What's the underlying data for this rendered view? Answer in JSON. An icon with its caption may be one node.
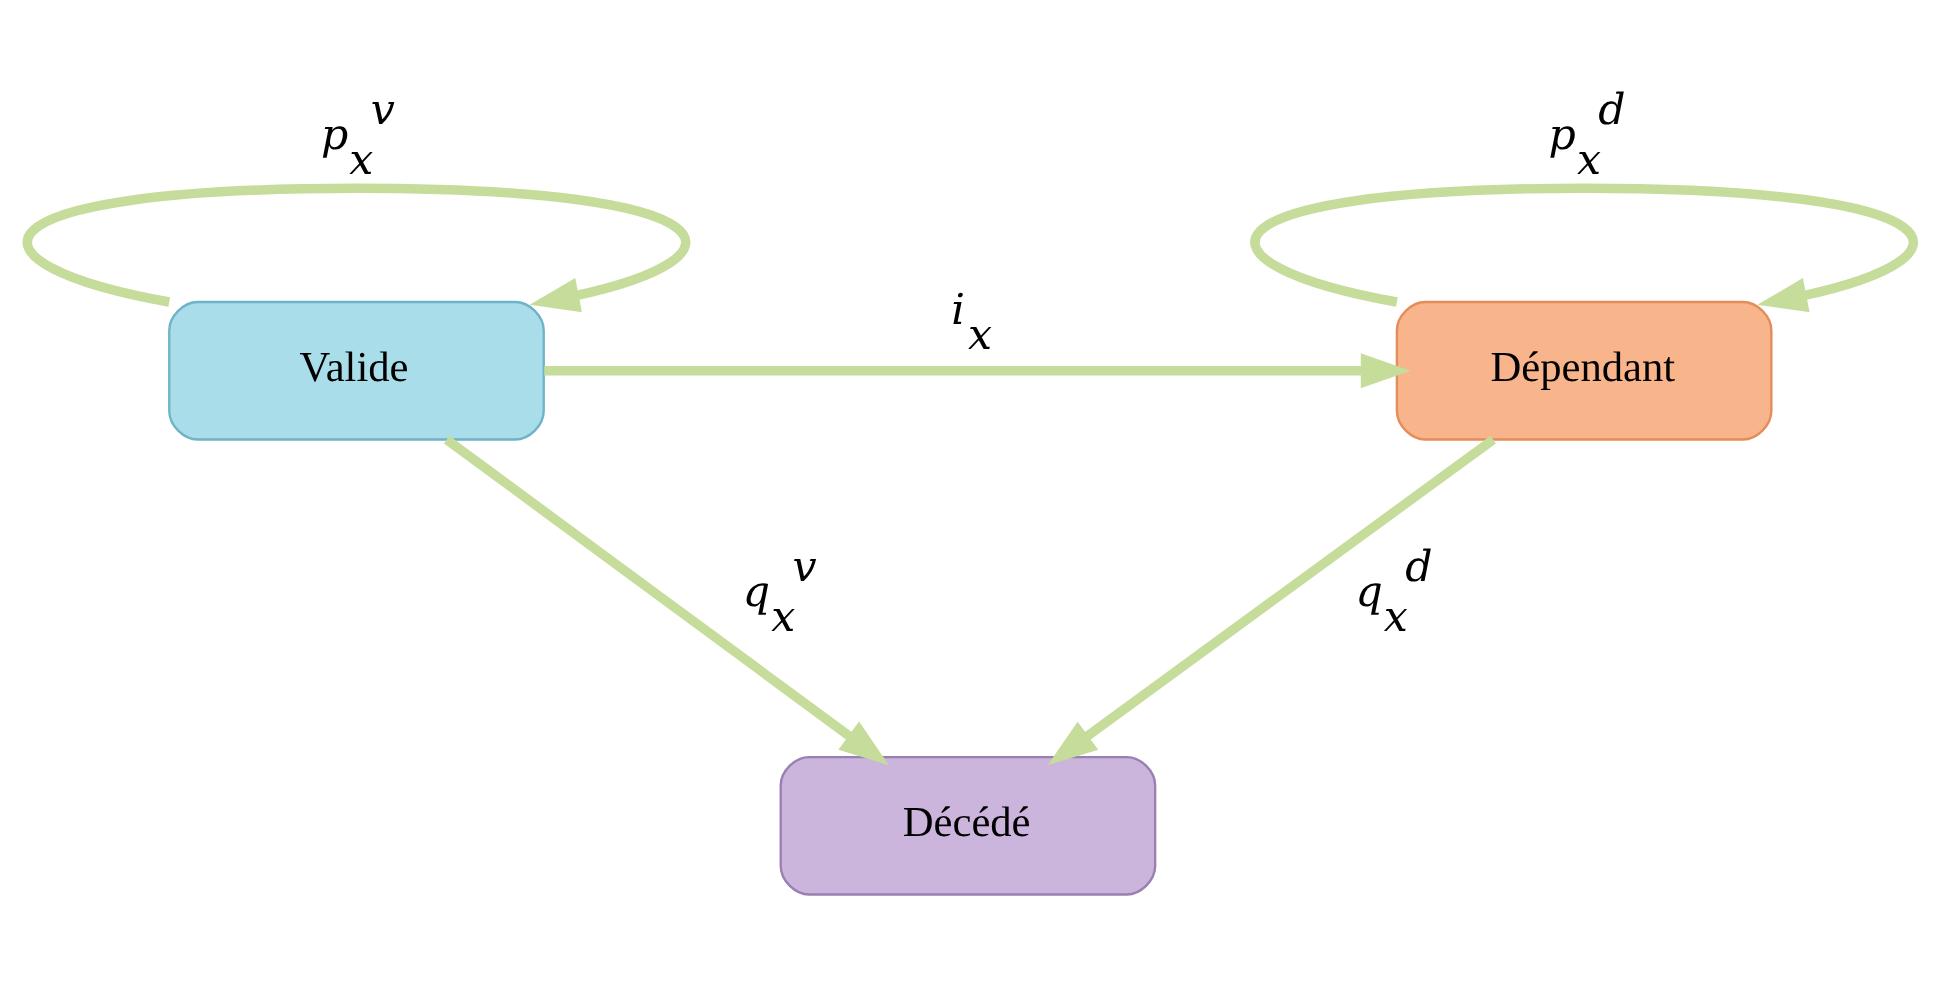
{
  "diagram": {
    "nodes": [
      {
        "text": [
          "Valide"
        ]
      },
      {
        "text": [
          "Dépendant"
        ]
      },
      {
        "text": [
          "Décédé"
        ]
      }
    ],
    "edges": [
      {
        "from": 0,
        "to": 0,
        "arrow": "to",
        "label": "p$_{x}$$^{v}$"
      },
      {
        "from": 0,
        "to": 1,
        "arrow": "to",
        "label": "i$_{x}$"
      },
      {
        "from": 1,
        "to": 1,
        "arrow": "to",
        "label": "p$_{x}$$^{d}$"
      },
      {
        "from": 0,
        "to": 2,
        "arrow": "to",
        "label": "q$_{x}$$^{v}$"
      },
      {
        "from": 1,
        "to": 2,
        "arrow": "to",
        "label": "q$_{x}$$^{d}$"
      }
    ]
  }
}
